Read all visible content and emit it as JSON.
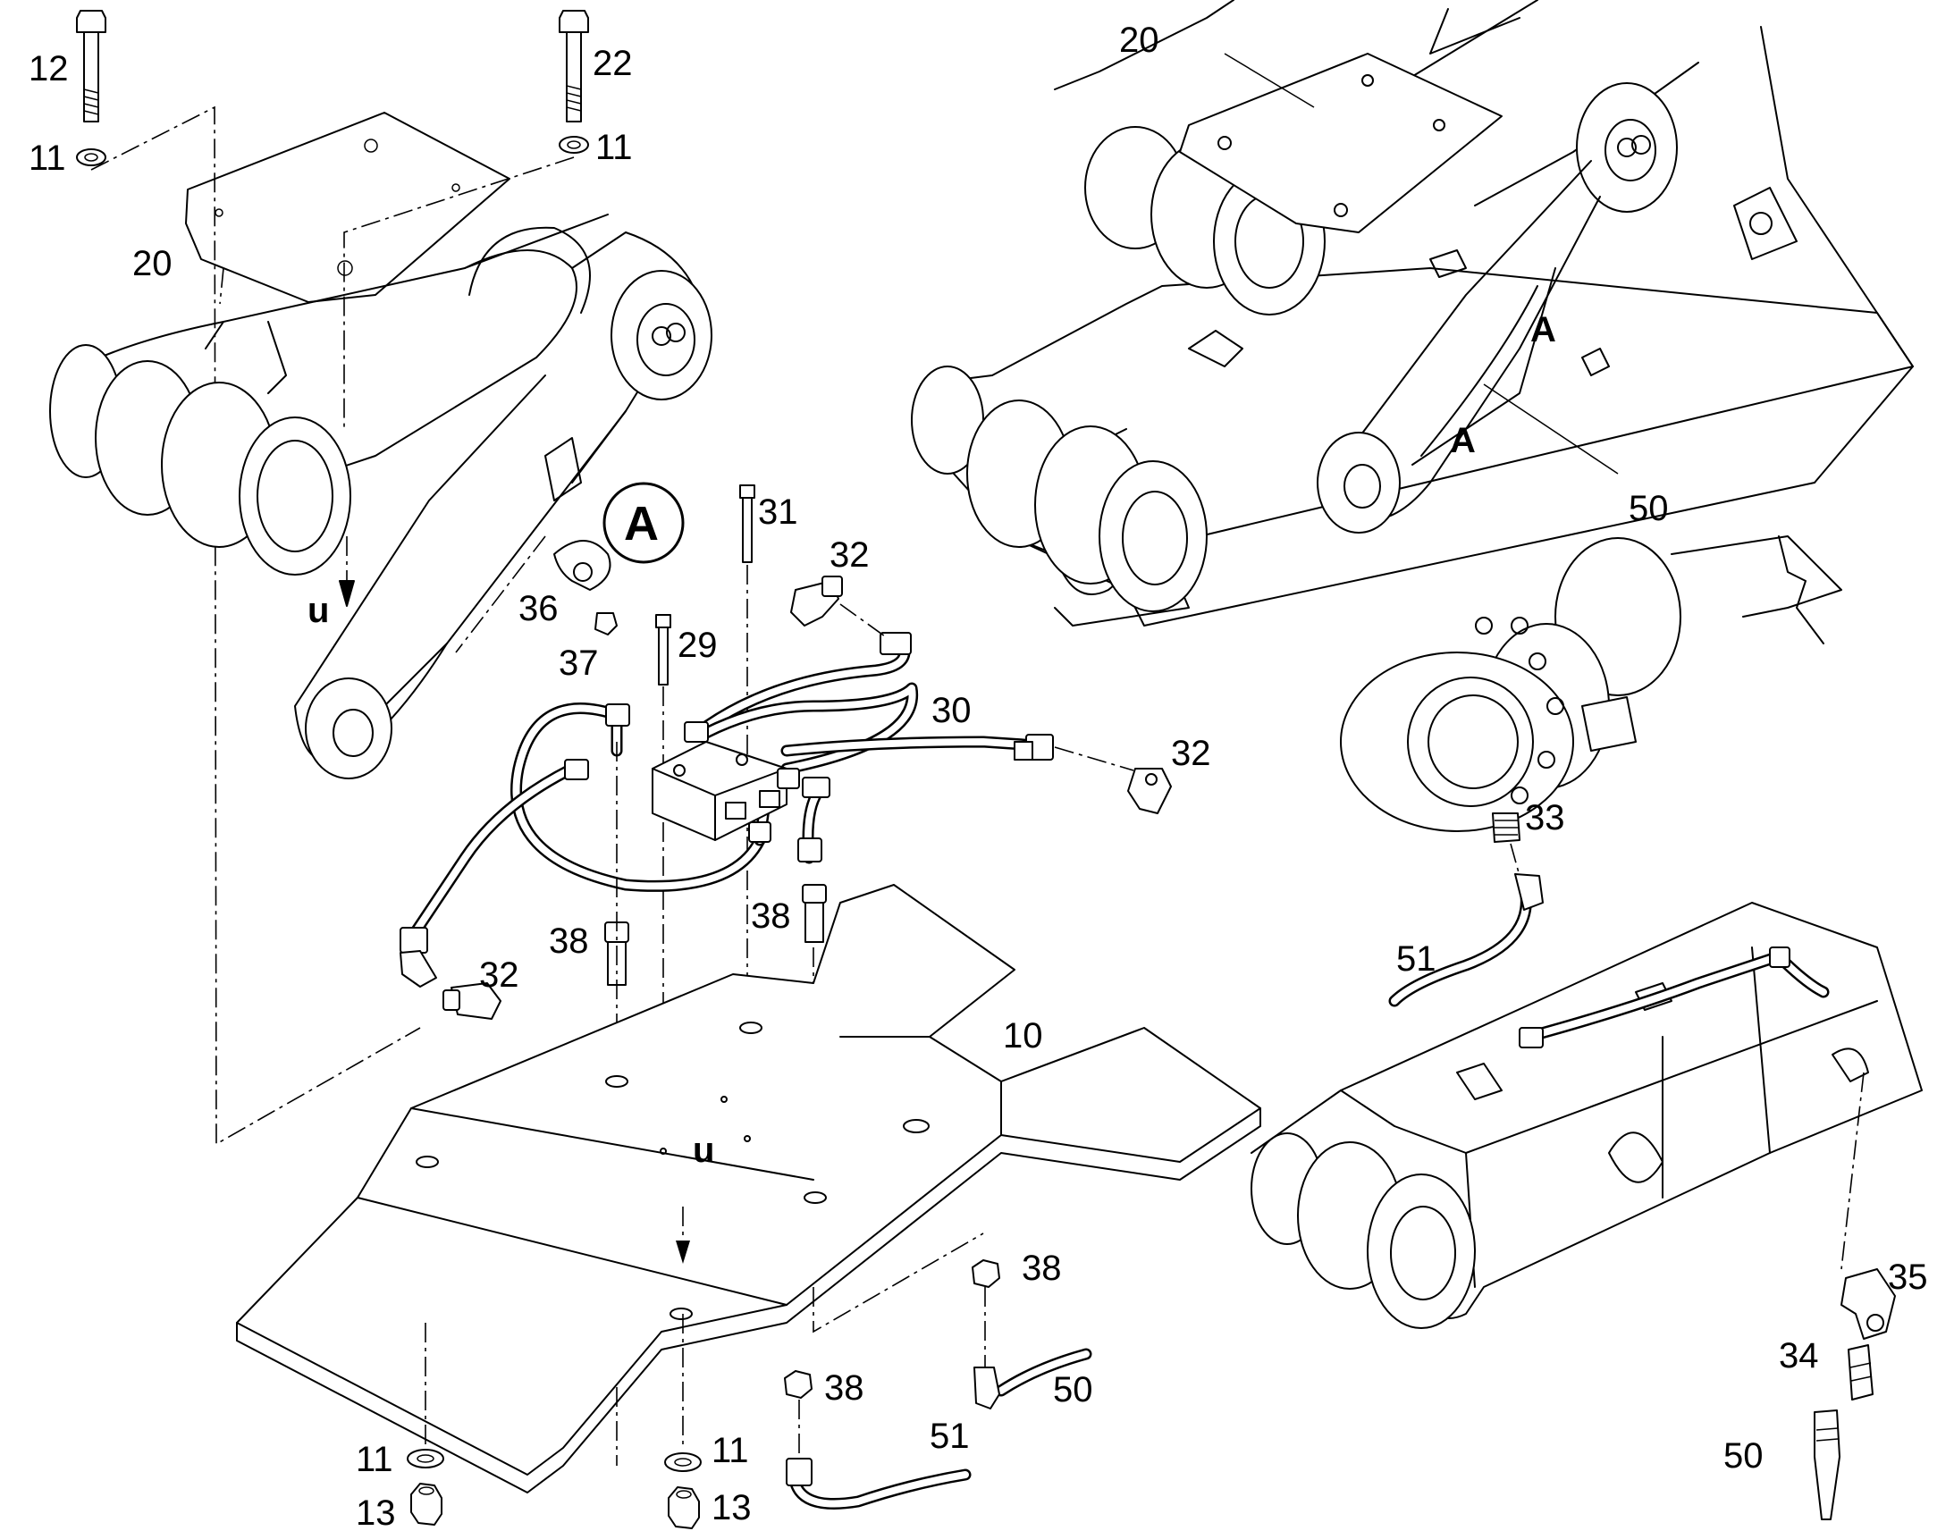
{
  "detail_label": "A",
  "axis_letter": "u",
  "part_numbers": {
    "p10": "10",
    "p11": "11",
    "p12": "12",
    "p13": "13",
    "p20": "20",
    "p22": "22",
    "p29": "29",
    "p30": "30",
    "p31": "31",
    "p32": "32",
    "p33": "33",
    "p34": "34",
    "p35": "35",
    "p36": "36",
    "p37": "37",
    "p38": "38",
    "p50": "50",
    "p51": "51"
  }
}
